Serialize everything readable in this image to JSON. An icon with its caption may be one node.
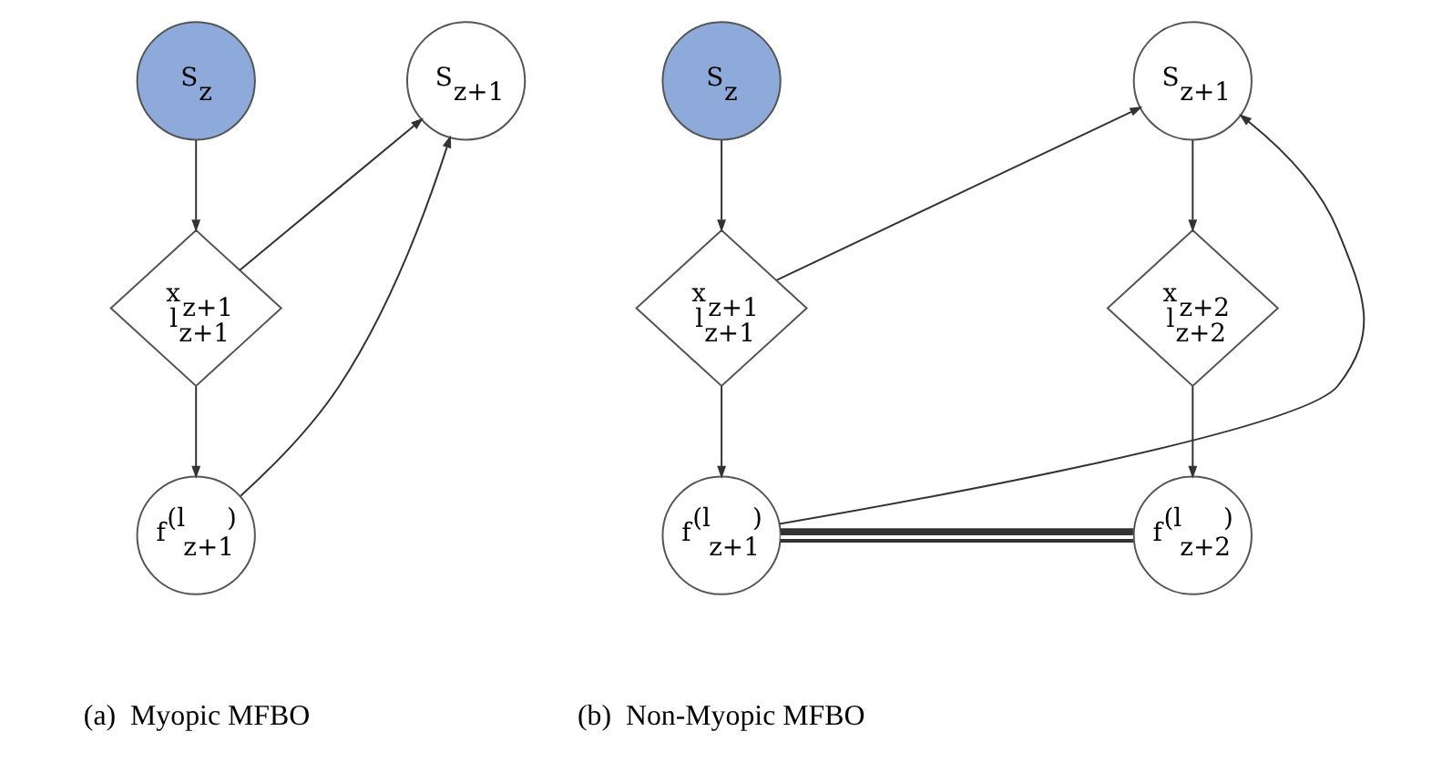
{
  "diagram": {
    "nodes": [
      {
        "text": [
          "S$_{z}$"
        ]
      },
      {
        "text": [
          "S$_{z+1}$"
        ]
      },
      {
        "text": [
          "x$_{z+1}$",
          "l$_{z+1}$"
        ]
      },
      {
        "text": [
          "f$^{(l}$$_{z+1}$$^{)}$"
        ]
      },
      {
        "text": [
          "S$_{z}$"
        ]
      },
      {
        "text": [
          "S$_{z+1}$"
        ]
      },
      {
        "text": [
          "x$_{z+1}$",
          "l$_{z+1}$"
        ]
      },
      {
        "text": [
          "f$^{(l}$$_{z+1}$$^{)}$"
        ]
      },
      {
        "text": [
          "x$_{z+2}$",
          "l$_{z+2}$"
        ]
      },
      {
        "text": [
          "f$^{(l}$$_{z+2}$$^{)}$"
        ]
      }
    ],
    "edges": [
      {
        "from": 0,
        "to": 2,
        "arrow": "to"
      },
      {
        "from": 2,
        "to": 1,
        "arrow": "to"
      },
      {
        "from": 2,
        "to": 3,
        "arrow": "to"
      },
      {
        "from": 3,
        "to": 1,
        "arrow": "to"
      },
      {
        "from": 4,
        "to": 6,
        "arrow": "to"
      },
      {
        "from": 6,
        "to": 5,
        "arrow": "to"
      },
      {
        "from": 6,
        "to": 7,
        "arrow": "to"
      },
      {
        "from": 7,
        "to": 5,
        "arrow": "to"
      },
      {
        "from": 5,
        "to": 8,
        "arrow": "to"
      },
      {
        "from": 8,
        "to": 9,
        "arrow": "to"
      },
      {
        "from": 7,
        "to": 9,
        "arrow": "none",
        "style": "thick"
      }
    ],
    "labels": [
      "(a)  Myopic MFBO",
      "(b)  Non-Myopic MFBO"
    ]
  }
}
